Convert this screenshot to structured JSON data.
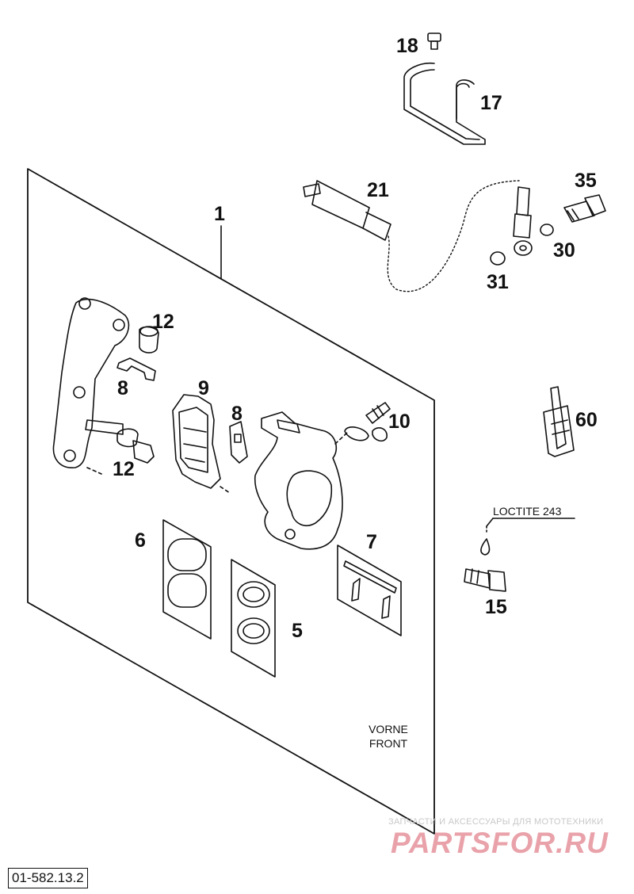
{
  "callouts": {
    "n1": "1",
    "n5": "5",
    "n6": "6",
    "n7": "7",
    "n8a": "8",
    "n8b": "8",
    "n9": "9",
    "n10": "10",
    "n12a": "12",
    "n12b": "12",
    "n15": "15",
    "n17": "17",
    "n18": "18",
    "n21": "21",
    "n30": "30",
    "n31": "31",
    "n35": "35",
    "n60": "60"
  },
  "notes": {
    "loctite": "LOCTITE 243",
    "front_de": "VORNE",
    "front_en": "FRONT"
  },
  "drawing_number": "01-582.13.2",
  "watermark": {
    "tagline": "ЗАПЧАСТИ И АКСЕССУАРЫ ДЛЯ МОТОТЕХНИКИ",
    "brand": "PARTSFOR.RU"
  },
  "colors": {
    "ink": "#111111",
    "watermark_brand": "#e9a2aa",
    "watermark_text": "#c8c8c8"
  }
}
